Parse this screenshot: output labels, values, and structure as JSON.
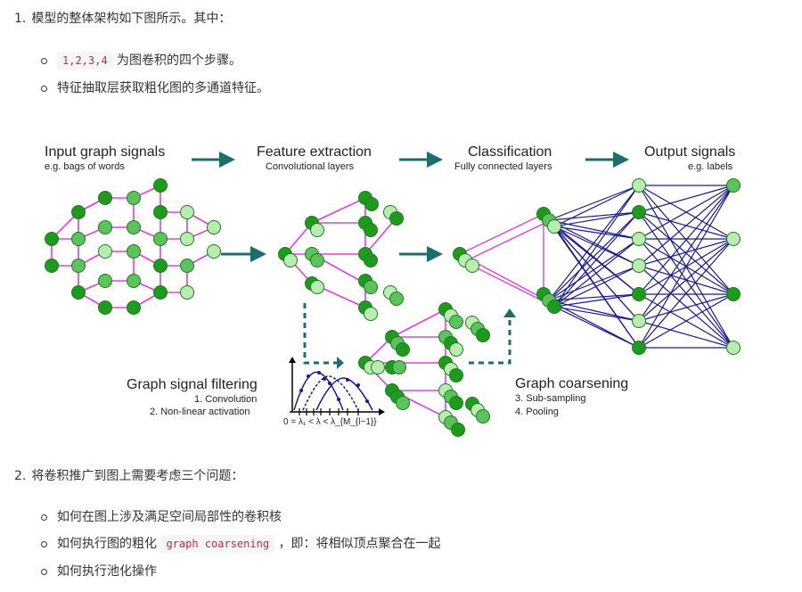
{
  "item1": {
    "number": "1.",
    "text": "模型的整体架构如下图所示。其中：",
    "sub": [
      {
        "code": "1,2,3,4",
        "text": " 为图卷积的四个步骤。"
      },
      {
        "text": "特征抽取层获取粗化图的多通道特征。"
      }
    ]
  },
  "figure": {
    "input_title": "Input graph signals",
    "input_sub": "e.g. bags of words",
    "feature_title": "Feature extraction",
    "feature_sub": "Convolutional layers",
    "class_title": "Classification",
    "class_sub": "Fully connected layers",
    "output_title": "Output signals",
    "output_sub": "e.g. labels",
    "filter_title": "Graph signal filtering",
    "filter_1": "1. Convolution",
    "filter_2": "2. Non-linear activation",
    "filter_axis": "0 = λ₁ < λ < λ_{M_{l−1}}",
    "coarse_title": "Graph coarsening",
    "coarse_1": "3. Sub-sampling",
    "coarse_2": "4. Pooling",
    "colors": {
      "dark_green": "#1e9a1e",
      "light_green": "#b8ecb0",
      "mid_green": "#5cc25c",
      "magenta": "#e040e0",
      "navy": "#1a1a8c",
      "teal": "#1a6e6e"
    }
  },
  "item2": {
    "number": "2.",
    "text": "将卷积推广到图上需要考虑三个问题：",
    "sub": [
      {
        "text": "如何在图上涉及满足空间局部性的卷积核"
      },
      {
        "pre": "如何执行图的粗化 ",
        "code": "graph coarsening",
        "post": " ，即：将相似顶点聚合在一起"
      },
      {
        "text": "如何执行池化操作"
      }
    ]
  }
}
